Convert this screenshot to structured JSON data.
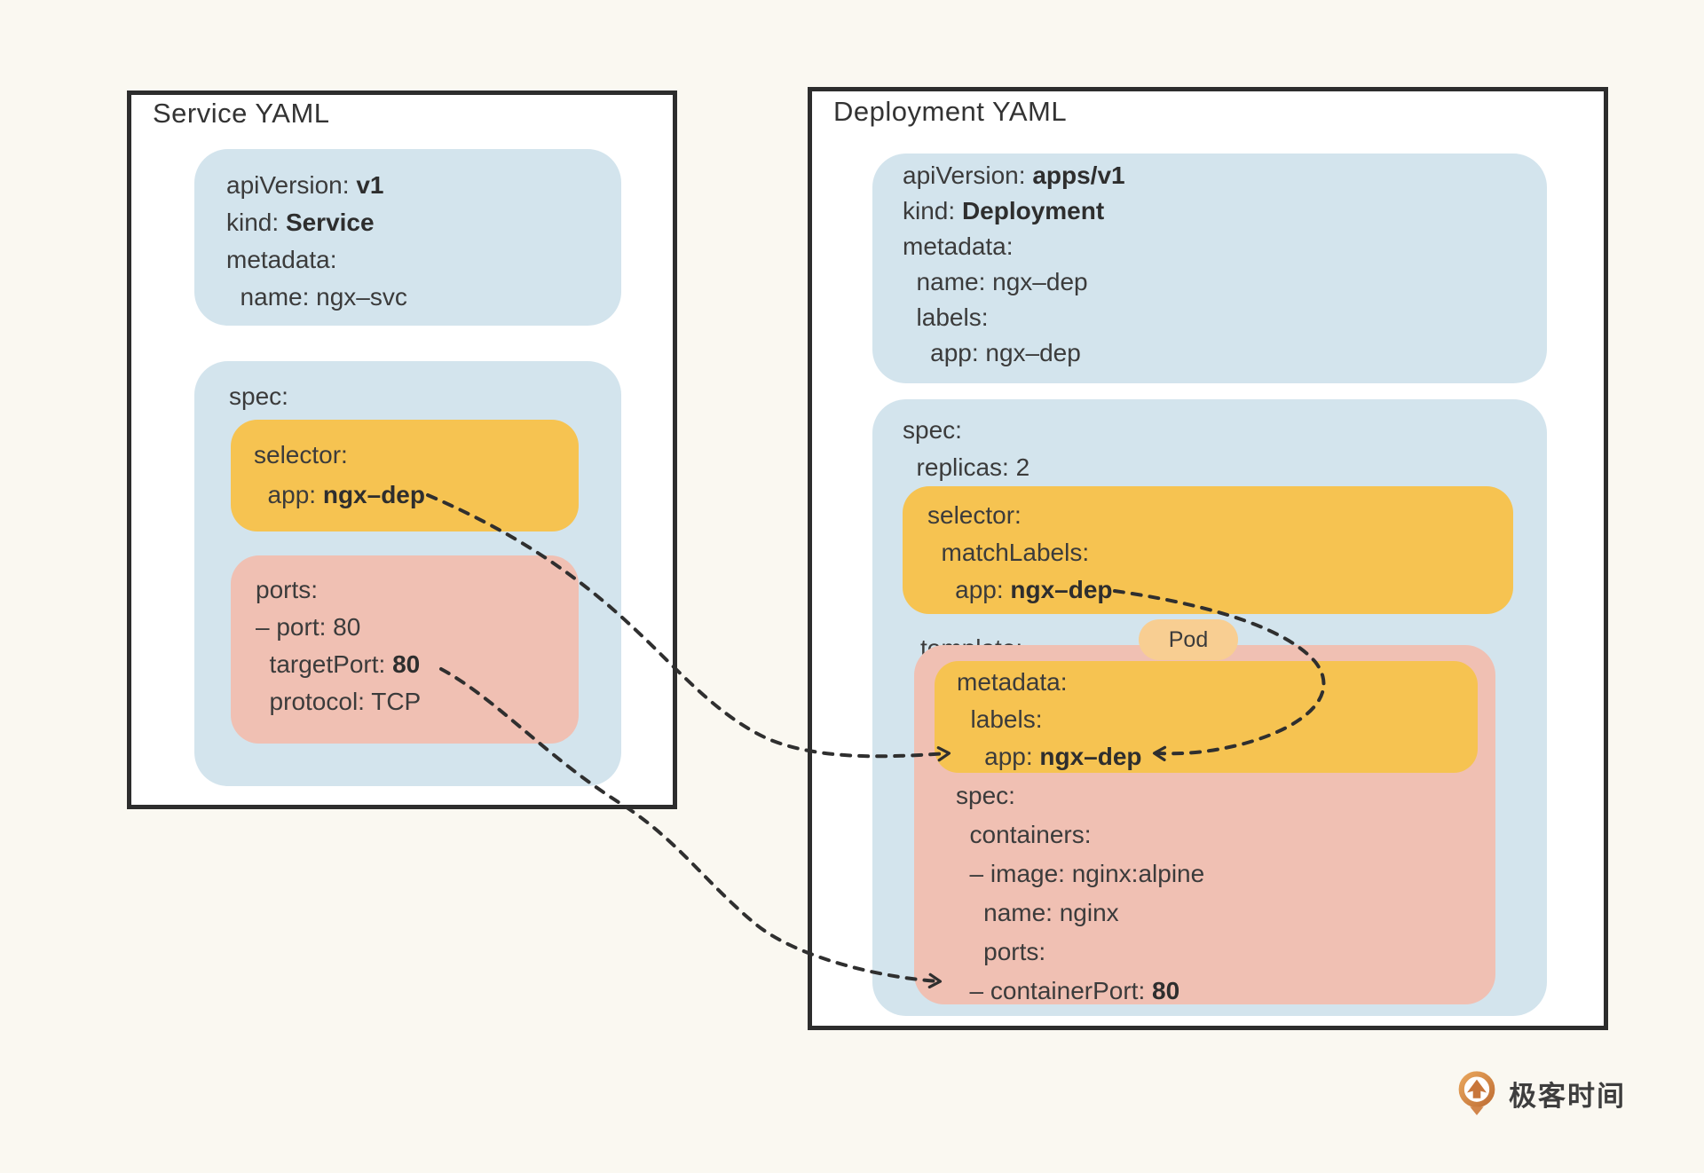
{
  "colors": {
    "background": "#FAF8F1",
    "panel_bg": "#FFFFFF",
    "panel_border": "#2D2D2D",
    "blue_box": "#D3E4ED",
    "yellow_box": "#F6C351",
    "pink_box": "#F0C0B3",
    "pod_badge_bg": "#F8CE92",
    "text": "#3B3B3B",
    "arrow": "#2F2F2F",
    "logo_orange": "#D1854A"
  },
  "service_panel": {
    "title": "Service YAML",
    "metadata_box": {
      "lines": [
        {
          "pre": "apiVersion: ",
          "bold": "v1"
        },
        {
          "pre": "kind: ",
          "bold": "Service"
        },
        {
          "pre": "metadata:",
          "bold": ""
        },
        {
          "pre": "  name: ngx–svc",
          "bold": ""
        }
      ]
    },
    "spec_box": {
      "label": "spec:",
      "selector_box": {
        "lines": [
          {
            "pre": "selector:",
            "bold": ""
          },
          {
            "pre": "  app: ",
            "bold": "ngx–dep"
          }
        ]
      },
      "ports_box": {
        "lines": [
          {
            "pre": "ports:",
            "bold": ""
          },
          {
            "pre": "– port: 80",
            "bold": ""
          },
          {
            "pre": "  targetPort: ",
            "bold": "80"
          },
          {
            "pre": "  protocol: TCP",
            "bold": ""
          }
        ]
      }
    }
  },
  "deployment_panel": {
    "title": "Deployment YAML",
    "metadata_box": {
      "lines": [
        {
          "pre": "apiVersion: ",
          "bold": "apps/v1"
        },
        {
          "pre": "kind: ",
          "bold": "Deployment"
        },
        {
          "pre": "metadata:",
          "bold": ""
        },
        {
          "pre": "  name: ngx–dep",
          "bold": ""
        },
        {
          "pre": "  labels:",
          "bold": ""
        },
        {
          "pre": "    app: ngx–dep",
          "bold": ""
        }
      ]
    },
    "spec_box": {
      "label": "spec:",
      "replicas_line": {
        "pre": "  replicas: 2",
        "bold": ""
      },
      "selector_box": {
        "lines": [
          {
            "pre": "selector:",
            "bold": ""
          },
          {
            "pre": "  matchLabels:",
            "bold": ""
          },
          {
            "pre": "    app: ",
            "bold": "ngx–dep"
          }
        ]
      },
      "template_label": "template:",
      "pod_badge": "Pod",
      "pod_template_box": {
        "metadata_box": {
          "lines": [
            {
              "pre": "metadata:",
              "bold": ""
            },
            {
              "pre": "  labels:",
              "bold": ""
            },
            {
              "pre": "    app: ",
              "bold": "ngx–dep"
            }
          ]
        },
        "container_lines": [
          {
            "pre": "spec:",
            "bold": ""
          },
          {
            "pre": "  containers:",
            "bold": ""
          },
          {
            "pre": "  – image: nginx:alpine",
            "bold": ""
          },
          {
            "pre": "    name: nginx",
            "bold": ""
          },
          {
            "pre": "    ports:",
            "bold": ""
          },
          {
            "pre": "  – containerPort: ",
            "bold": "80"
          }
        ]
      }
    }
  },
  "logo": {
    "text": "极客时间"
  }
}
